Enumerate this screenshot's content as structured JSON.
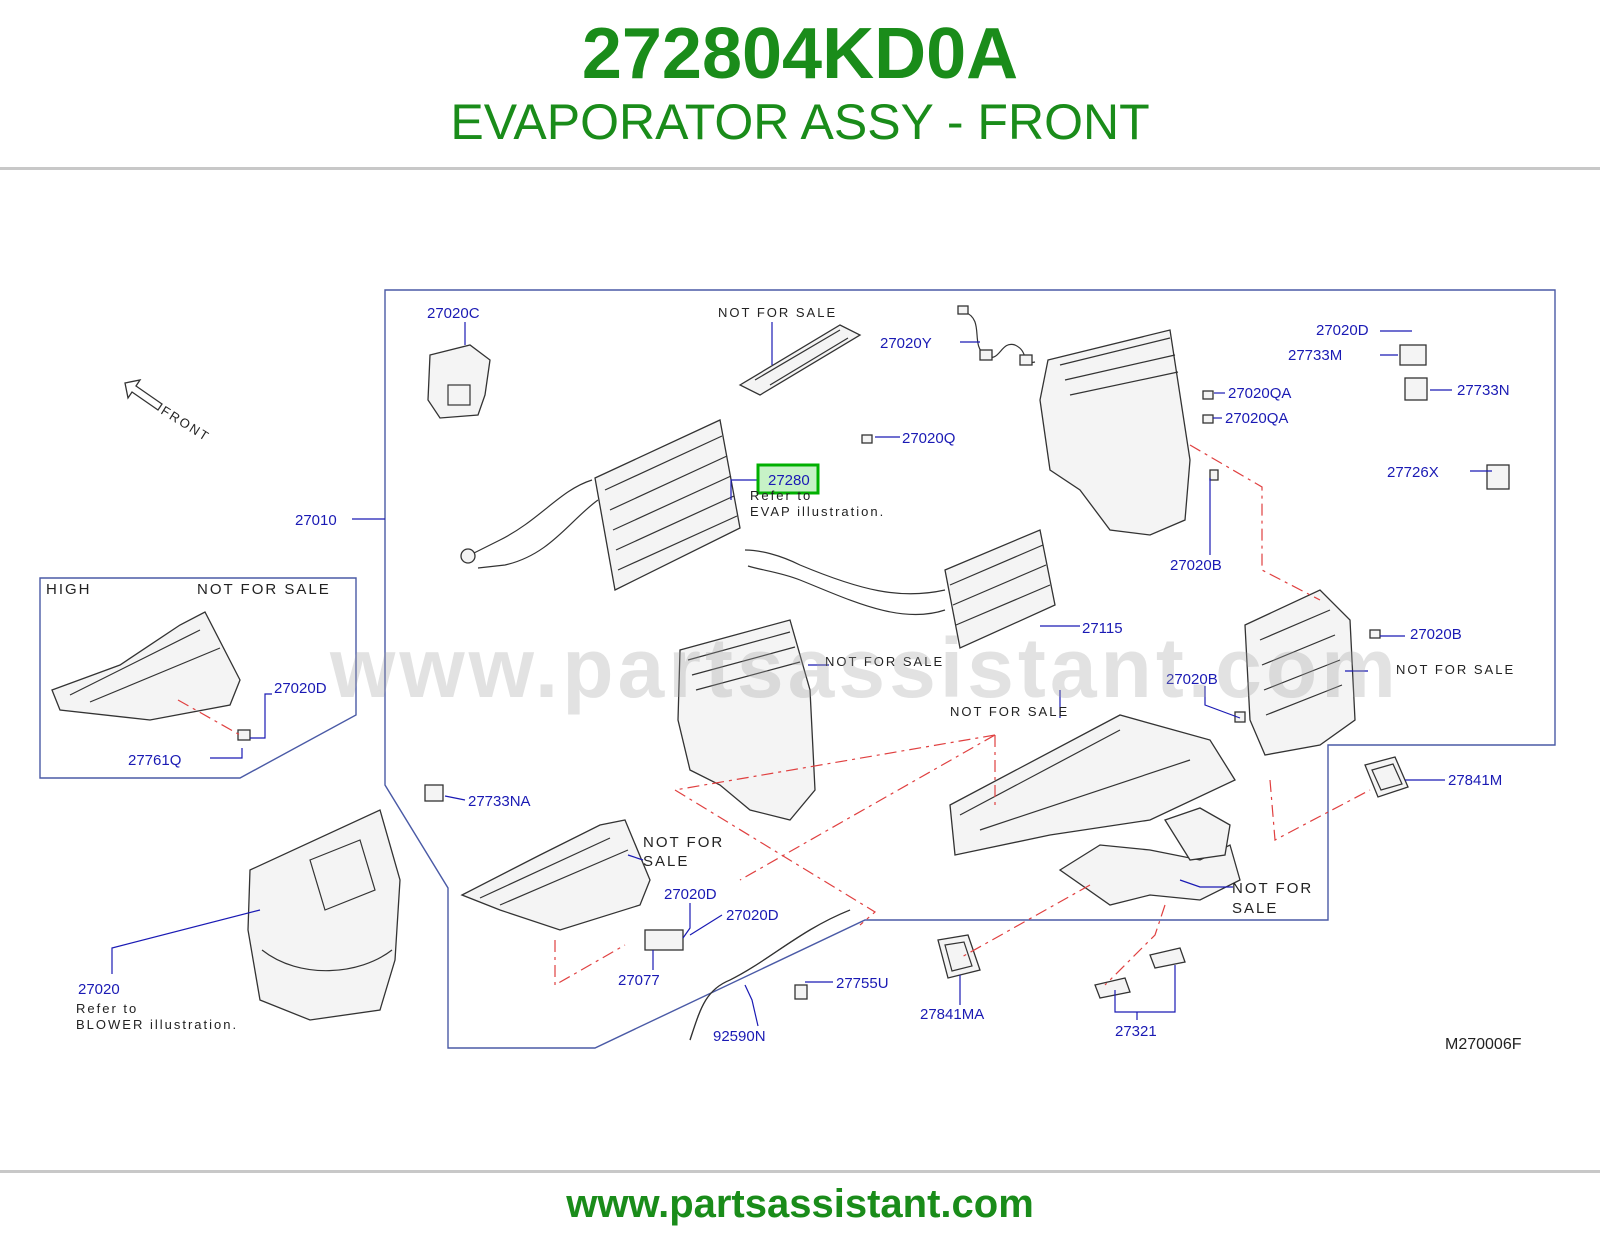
{
  "header": {
    "part_number": "272804KD0A",
    "description": "EVAPORATOR ASSY - FRONT"
  },
  "footer": {
    "url": "www.partsassistant.com"
  },
  "watermark": "www.partsassistant.com",
  "diagram": {
    "code": "M270006F",
    "highlighted_part": "27280",
    "front_label": "FRONT",
    "labels": {
      "p27020C": "27020C",
      "p27020Y": "27020Y",
      "p27020D_top": "27020D",
      "p27733M": "27733M",
      "p27733N": "27733N",
      "p27020QA_1": "27020QA",
      "p27020QA_2": "27020QA",
      "p27020Q": "27020Q",
      "p27726X": "27726X",
      "p27280": "27280",
      "p27010": "27010",
      "p27020B_1": "27020B",
      "p27020B_2": "27020B",
      "p27020B_3": "27020B",
      "p27115": "27115",
      "p27020D_high": "27020D",
      "p27761Q": "27761Q",
      "p27733NA": "27733NA",
      "p27841M": "27841M",
      "p27020D_mid1": "27020D",
      "p27020D_mid2": "27020D",
      "p27077": "27077",
      "p27755U": "27755U",
      "p27020": "27020",
      "p92590N": "92590N",
      "p27841MA": "27841MA",
      "p27321": "27321"
    },
    "notes": {
      "not_for_sale": "NOT   FOR   SALE",
      "not_for": "NOT   FOR",
      "sale": "SALE",
      "high": "HIGH",
      "refer_to": "Refer    to",
      "evap_illustration": "EVAP    illustration.",
      "blower_illustration": "BLOWER    illustration."
    },
    "colors": {
      "brand_green": "#1a8c1a",
      "label_blue": "#1a1ab4",
      "highlight_green": "#00b000",
      "dash_red": "#e04040"
    }
  }
}
